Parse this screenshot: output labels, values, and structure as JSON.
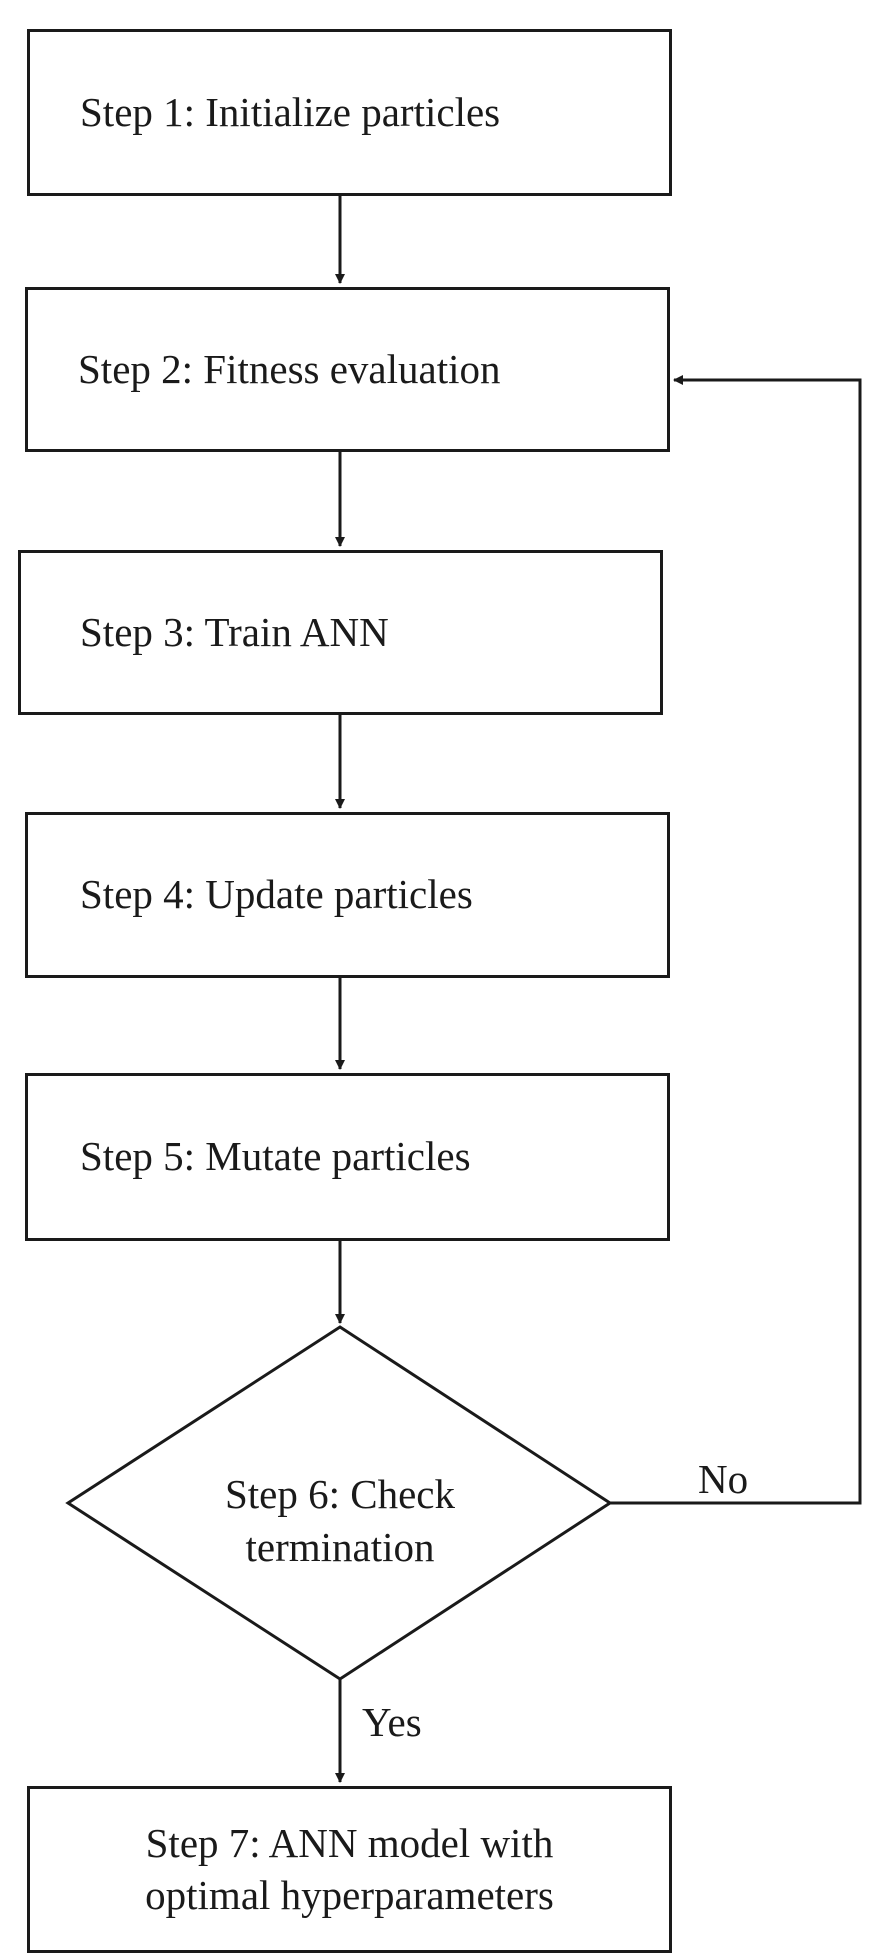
{
  "colors": {
    "stroke": "#1a1a1a",
    "background": "#ffffff"
  },
  "steps": {
    "step1": "Step 1: Initialize particles",
    "step2": "Step 2: Fitness evaluation",
    "step3": "Step 3: Train ANN",
    "step4": "Step 4: Update particles",
    "step5": "Step 5: Mutate particles",
    "step6": "Step 6: Check\ntermination",
    "step7": "Step 7:  ANN model with\noptimal hyperparameters"
  },
  "branches": {
    "no": "No",
    "yes": "Yes"
  }
}
